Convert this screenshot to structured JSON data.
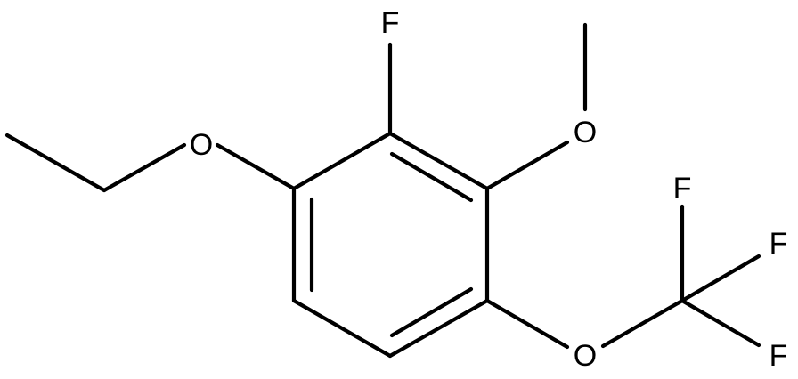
{
  "molecule": {
    "atoms": {
      "ethoxy_oxygen": "O",
      "ring_fluorine": "F",
      "methoxy_oxygen": "O",
      "ocf3_oxygen": "O",
      "cf3_fluorine_top": "F",
      "cf3_fluorine_right": "F",
      "cf3_fluorine_bottom": "F"
    }
  }
}
